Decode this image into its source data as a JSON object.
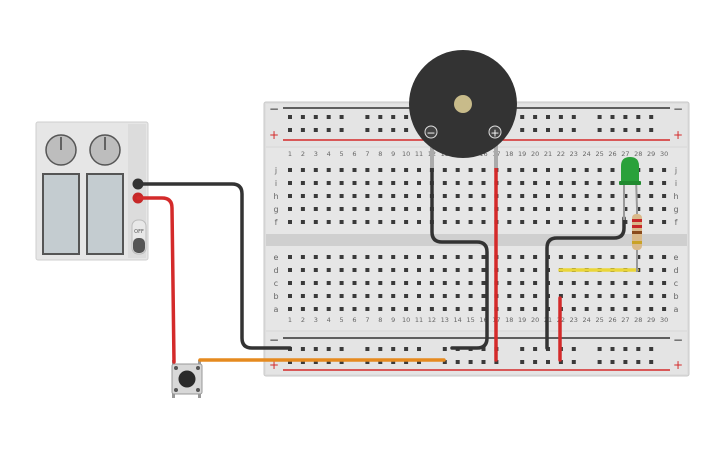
{
  "breadboard": {
    "columns": [
      "1",
      "2",
      "3",
      "4",
      "5",
      "6",
      "7",
      "8",
      "9",
      "10",
      "11",
      "12",
      "13",
      "14",
      "15",
      "16",
      "17",
      "18",
      "19",
      "20",
      "21",
      "22",
      "23",
      "24",
      "25",
      "26",
      "27",
      "28",
      "29",
      "30"
    ],
    "rows_top": [
      "j",
      "i",
      "h",
      "g",
      "f"
    ],
    "rows_bottom": [
      "e",
      "d",
      "c",
      "b",
      "a"
    ],
    "rail_minus": "−",
    "rail_plus": "+"
  },
  "buzzer": {
    "minus_symbol": "−",
    "plus_symbol": "+"
  },
  "power_supply": {
    "off_label": "OFF"
  },
  "colors": {
    "board": "#dcdcdc",
    "wire_black": "#333333",
    "wire_red": "#d42a2a",
    "wire_orange": "#e58a1f",
    "wire_yellow": "#ead63a",
    "led_green": "#2aa13a"
  }
}
